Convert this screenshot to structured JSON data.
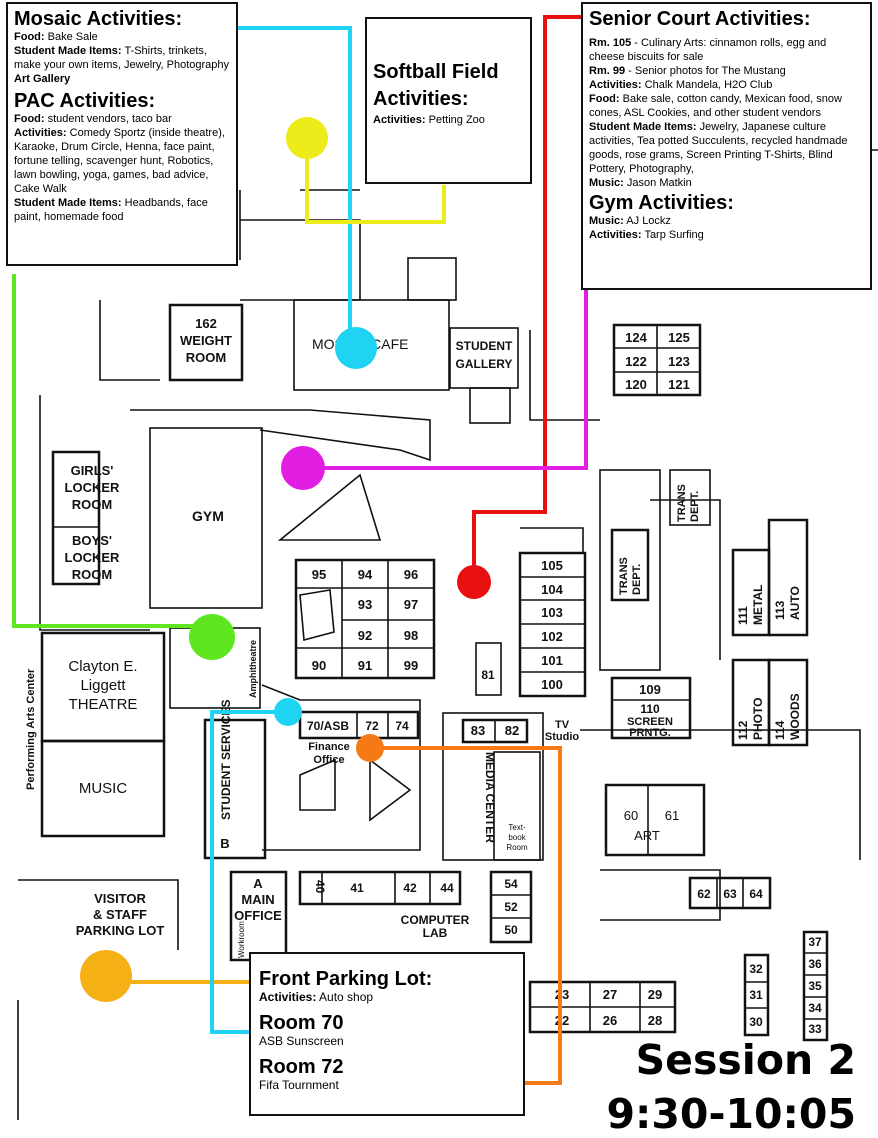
{
  "title": "Session 2",
  "time": "9:30-10:05",
  "mosaic": {
    "heading": "Mosaic Activities:",
    "food_label": "Food:",
    "food": "Bake Sale",
    "smi_label": "Student Made Items:",
    "smi": "T-Shirts, trinkets, make your own items, Jewelry, Photography",
    "art": "Art Gallery"
  },
  "pac": {
    "heading": "PAC Activities:",
    "food_label": "Food:",
    "food": "student vendors, taco bar",
    "act_label": "Activities:",
    "act": "Comedy Sportz (inside theatre), Karaoke, Drum Circle, Henna, face paint, fortune telling, scavenger hunt, Robotics, lawn bowling, yoga, games, bad advice, Cake Walk",
    "smi_label": "Student Made Items:",
    "smi": "Headbands, face paint, homemade food"
  },
  "softball": {
    "heading": "Softball Field Activities:",
    "act_label": "Activities:",
    "act": "Petting Zoo"
  },
  "senior": {
    "heading": "Senior Court Activities:",
    "rm105_label": "Rm. 105",
    "rm105": "- Culinary Arts: cinnamon rolls, egg and cheese biscuits for sale",
    "rm99_label": "Rm. 99",
    "rm99": "- Senior photos for The Mustang",
    "act_label": "Activities:",
    "act": "Chalk Mandela, H2O Club",
    "food_label": "Food:",
    "food": "Bake sale, cotton candy, Mexican food, snow cones, ASL Cookies, and other student vendors",
    "smi_label": "Student Made Items:",
    "smi": "Jewelry, Japanese culture activities, Tea potted Succulents, recycled handmade goods, rose grams, Screen Printing T-Shirts, Blind Pottery, Photography,",
    "music_label": "Music:",
    "music": "Jason Matkin"
  },
  "gym": {
    "heading": "Gym Activities:",
    "music_label": "Music:",
    "music": "AJ Lockz",
    "act_label": "Activities:",
    "act": "Tarp Surfing"
  },
  "front": {
    "lot_heading": "Front Parking Lot:",
    "lot_act_label": "Activities:",
    "lot_act": "Auto shop",
    "room70": "Room 70",
    "room70_desc": "ASB Sunscreen",
    "room72": "Room 72",
    "room72_desc": "Fifa Tournment"
  },
  "map_labels": {
    "weight_room": [
      "162",
      "WEIGHT",
      "ROOM"
    ],
    "mosaic_cafe": "MOSAIC CAFE",
    "student_gallery": [
      "STUDENT",
      "GALLERY"
    ],
    "girls_locker": [
      "GIRLS'",
      "LOCKER",
      "ROOM"
    ],
    "boys_locker": [
      "BOYS'",
      "LOCKER",
      "ROOM"
    ],
    "gym": "GYM",
    "theatre": [
      "Clayton E.",
      "Liggett",
      "THEATRE"
    ],
    "music": "MUSIC",
    "pac_side": "Performing Arts Center",
    "amphitheatre": "Amphitheatre",
    "student_services": "STUDENT SERVICES",
    "b": "B",
    "main_office": [
      "A",
      "MAIN",
      "OFFICE"
    ],
    "workroom": "Workroom",
    "visitor_lot": [
      "VISITOR",
      "& STAFF",
      "PARKING LOT"
    ],
    "finance": [
      "Finance",
      "Office"
    ],
    "media_center": "MEDIA CENTER",
    "textbook": [
      "Text-",
      "book",
      "Room"
    ],
    "tv_studio": [
      "TV",
      "Studio"
    ],
    "computer_lab": [
      "COMPUTER",
      "LAB"
    ],
    "trans_dept": [
      "TRANS",
      "DEPT."
    ],
    "metal": [
      "111",
      "METAL"
    ],
    "auto": [
      "113",
      "AUTO"
    ],
    "photo": [
      "112",
      "PHOTO"
    ],
    "woods": [
      "114",
      "WOODS"
    ],
    "screen": [
      "109",
      "110",
      "SCREEN",
      "PRNTG."
    ],
    "art": [
      "60",
      "61",
      "ART"
    ],
    "rooms_90s": [
      "95",
      "94",
      "96",
      "93",
      "97",
      "92",
      "98",
      "90",
      "91",
      "99"
    ],
    "rooms_100s": [
      "105",
      "104",
      "103",
      "102",
      "101",
      "100"
    ],
    "rooms_120s": [
      "124",
      "125",
      "122",
      "123",
      "120",
      "121"
    ],
    "room_81": "81",
    "rooms_row70": [
      "70/ASB",
      "72",
      "74"
    ],
    "rooms_row80": [
      "83",
      "82"
    ],
    "rooms_row40": [
      "40",
      "41",
      "42",
      "44"
    ],
    "rooms_50s": [
      "54",
      "52",
      "50"
    ],
    "rooms_60s": [
      "62",
      "63",
      "64"
    ],
    "rooms_30s_a": [
      "32",
      "31",
      "30"
    ],
    "rooms_30s_b": [
      "37",
      "36",
      "35",
      "34",
      "33"
    ],
    "rooms_20s": [
      "23",
      "27",
      "29",
      "22",
      "26",
      "28"
    ]
  },
  "colors": {
    "mosaic": "#1ed4f2",
    "softball": "#ecec1a",
    "senior": "#e81010",
    "gym": "#e21ee2",
    "pac": "#5ee61e",
    "front_lot": "#f5b016",
    "room70": "#1ed4f2",
    "room72": "#f57a16"
  }
}
